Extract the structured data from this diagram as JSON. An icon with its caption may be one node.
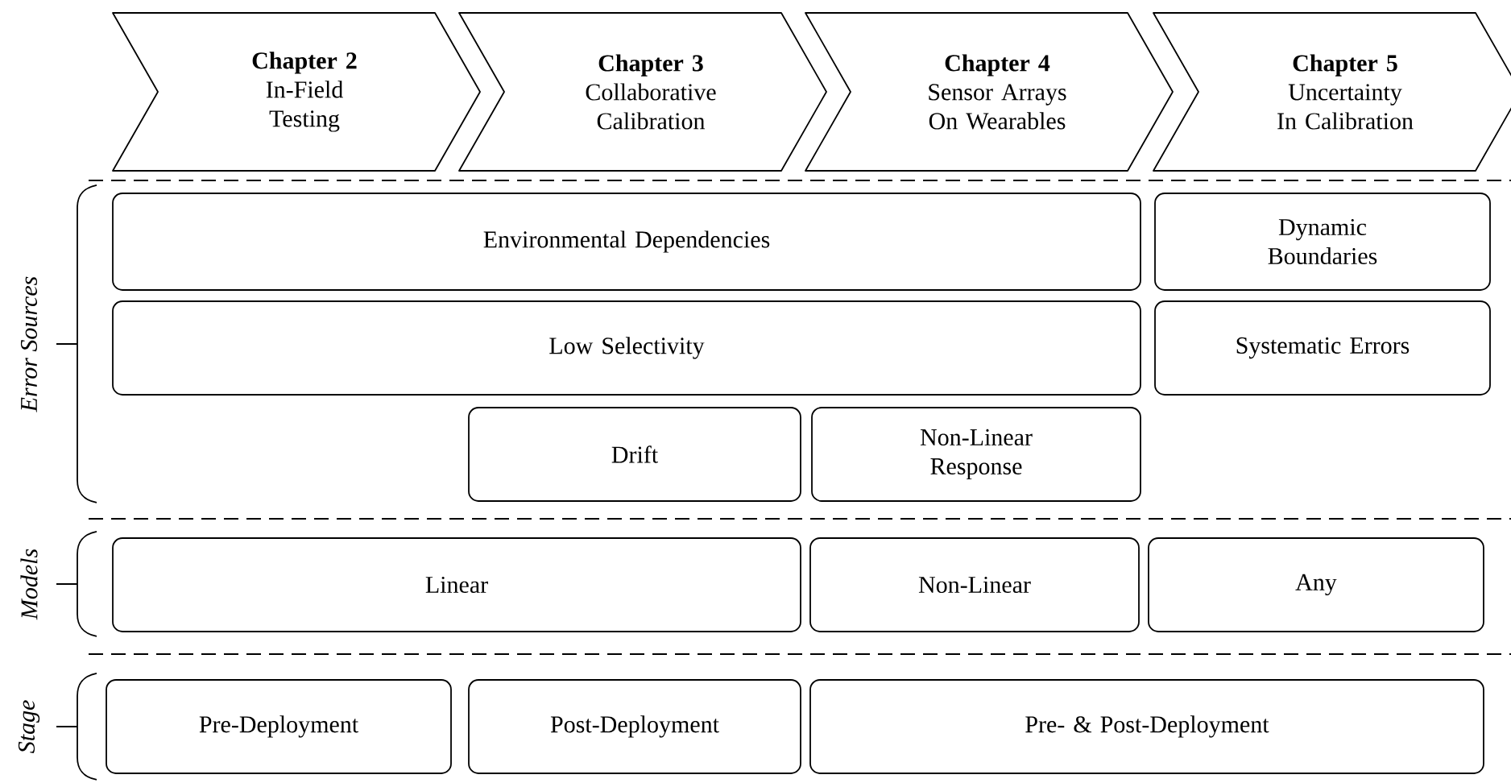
{
  "diagram": {
    "nodes": [
      {
        "text": [
          "Chapter 2",
          "In-Field Testing"
        ]
      },
      {
        "text": [
          "Chapter 3",
          "Collaborative Calibration"
        ]
      },
      {
        "text": [
          "Chapter 4",
          "Sensor Arrays On Wearables"
        ]
      },
      {
        "text": [
          "Chapter 5",
          "Uncertainty In Calibration"
        ]
      },
      {
        "text": [
          "Environmental Dependencies"
        ]
      },
      {
        "text": [
          "Dynamic Boundaries"
        ]
      },
      {
        "text": [
          "Low Selectivity"
        ]
      },
      {
        "text": [
          "Systematic Errors"
        ]
      },
      {
        "text": [
          "Drift"
        ]
      },
      {
        "text": [
          "Non-Linear Response"
        ]
      },
      {
        "text": [
          "Linear"
        ]
      },
      {
        "text": [
          "Non-Linear"
        ]
      },
      {
        "text": [
          "Any"
        ]
      },
      {
        "text": [
          "Pre-Deployment"
        ]
      },
      {
        "text": [
          "Post-Deployment"
        ]
      },
      {
        "text": [
          "Pre- & Post-Deployment"
        ]
      }
    ],
    "labels": [
      "Error Sources",
      "Models",
      "Stage"
    ]
  }
}
